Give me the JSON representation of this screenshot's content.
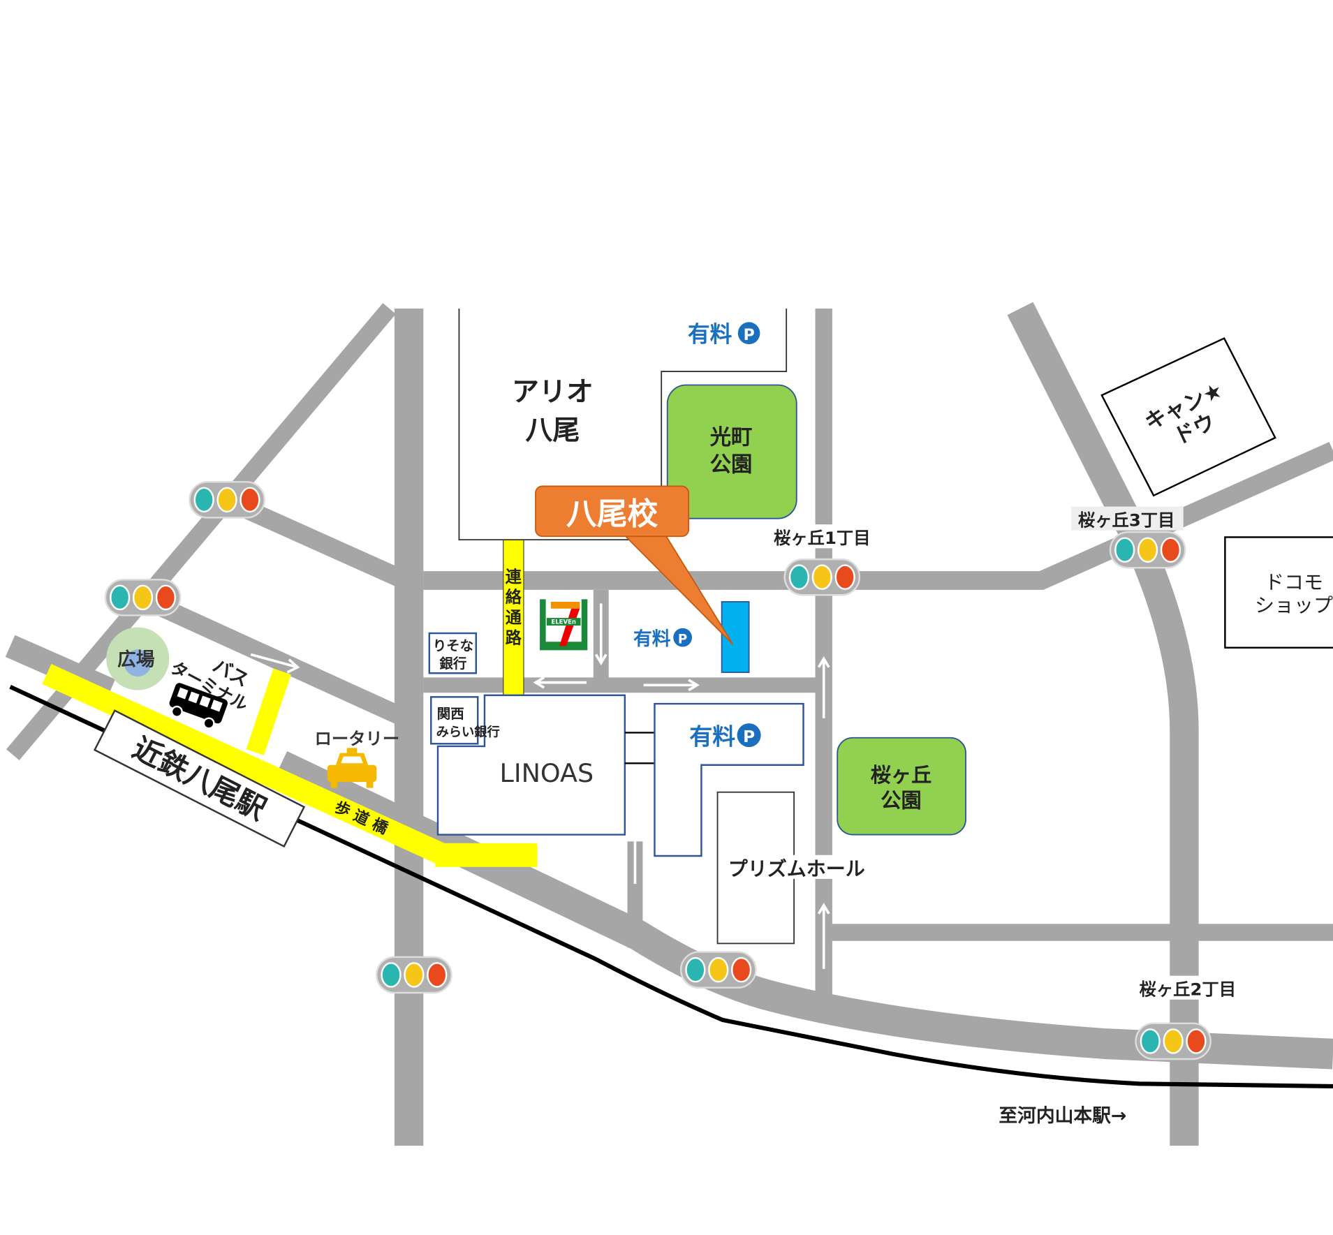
{
  "colors": {
    "road": "#a6a6a6",
    "walkway": "#ffff00",
    "park": "#92d050",
    "school": "#ed7d31",
    "parking_text": "#1a6fbf",
    "school_building": "#00b0f0",
    "rail": "#000000",
    "signal_green": "#2ab5b0",
    "signal_yellow": "#f5c518",
    "signal_red": "#e8491d"
  },
  "landmarks": {
    "ario_1": "アリオ",
    "ario_2": "八尾",
    "parking": "有料",
    "parking_icon": "P",
    "hikarimachi_1": "光町",
    "hikarimachi_2": "公園",
    "school": "八尾校",
    "renraku": [
      "連",
      "絡",
      "通",
      "路"
    ],
    "seven_eleven": "ELEVEn",
    "resona_1": "りそな",
    "resona_2": "銀行",
    "kansai_1": "関西",
    "kansai_2": "みらい銀行",
    "linoas": "LINOAS",
    "prism": "プリズムホール",
    "sakuragaoka_park_1": "桜ヶ丘",
    "sakuragaoka_park_2": "公園",
    "candu_1": "キャン★",
    "candu_2": "ドウ",
    "docomo_1": "ドコモ",
    "docomo_2": "ショップ",
    "hiroba": "広場",
    "bus_1": "バス",
    "bus_2": "ターミナル",
    "rotary": "ロータリー",
    "station": "近鉄八尾駅",
    "footbridge": "歩 道 橋",
    "to_station": "至河内山本駅→"
  },
  "intersections": {
    "sakura1": "桜ヶ丘1丁目",
    "sakura2": "桜ヶ丘2丁目",
    "sakura3": "桜ヶ丘3丁目"
  }
}
